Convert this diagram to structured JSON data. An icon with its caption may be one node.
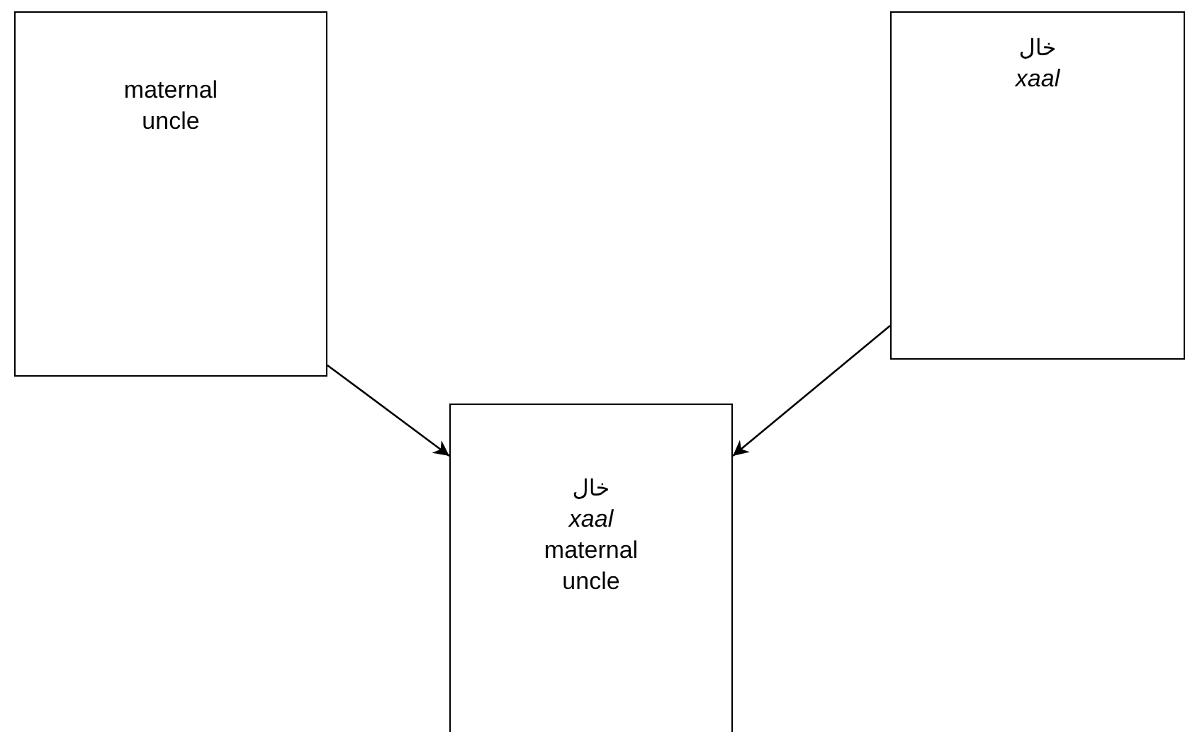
{
  "diagram": {
    "nodes": [
      {
        "text": [
          "maternal uncle"
        ]
      },
      {
        "text": [
          "خال",
          "xaal"
        ]
      },
      {
        "text": [
          "خال",
          "xaal",
          "maternal uncle"
        ]
      }
    ],
    "edges": [
      {
        "from": 0,
        "to": 2,
        "arrow": "to"
      },
      {
        "from": 1,
        "to": 2,
        "arrow": "to"
      }
    ]
  }
}
